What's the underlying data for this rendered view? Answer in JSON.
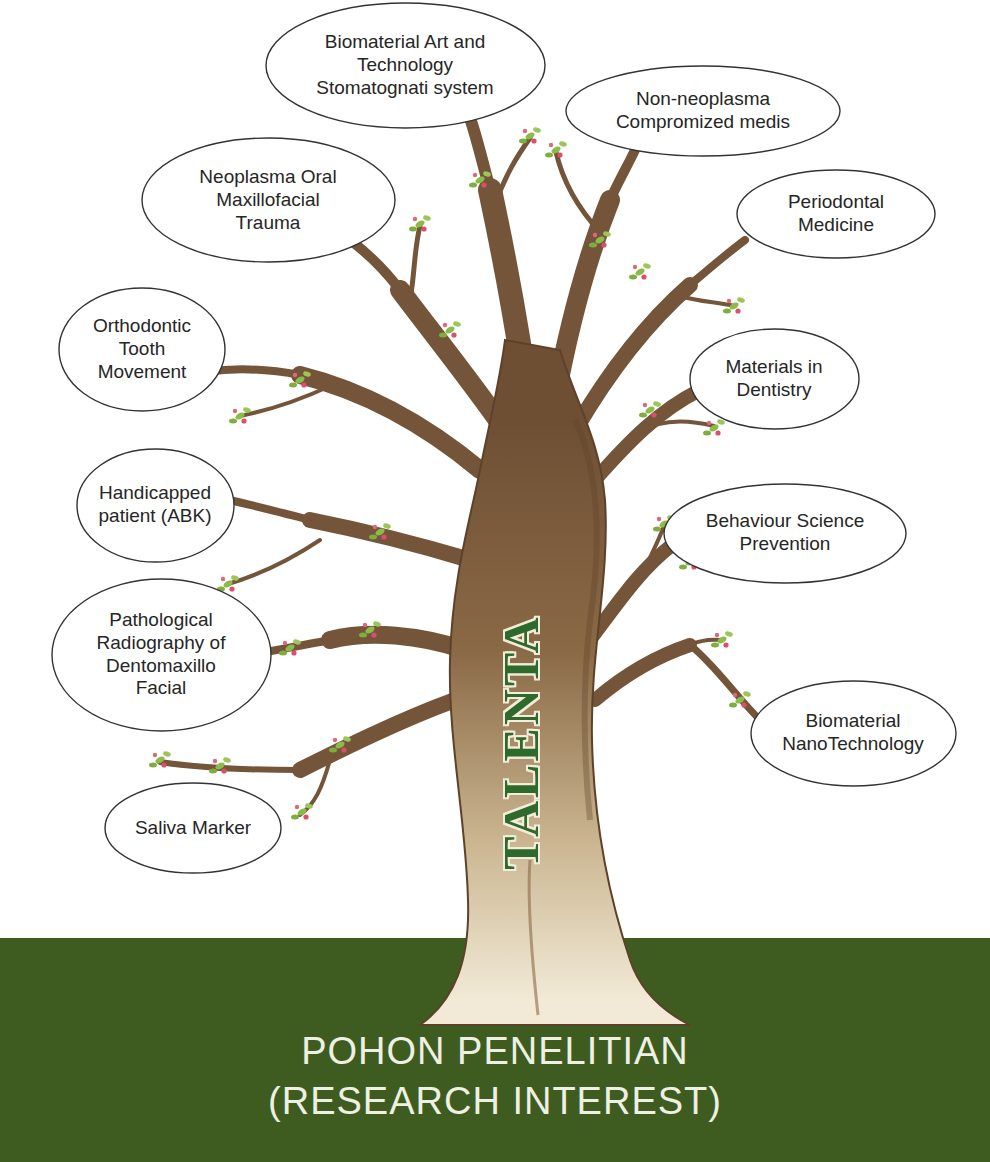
{
  "diagram": {
    "caption": "POHON PENELITIAN (RESEARCH INTEREST)",
    "nodes": [
      {
        "text": [
          "Biomaterial Art and Technology Stomatognati system"
        ]
      },
      {
        "text": [
          "Non-neoplasma Compromized medis"
        ]
      },
      {
        "text": [
          "Neoplasma Oral Maxillofacial Trauma"
        ]
      },
      {
        "text": [
          "Periodontal Medicine"
        ]
      },
      {
        "text": [
          "Orthodontic Tooth Movement"
        ]
      },
      {
        "text": [
          "Materials in Dentistry"
        ]
      },
      {
        "text": [
          "Handicapped patient (ABK)"
        ]
      },
      {
        "text": [
          "Behaviour Science Prevention"
        ]
      },
      {
        "text": [
          "Pathological Radiography of Dentomaxillo Facial"
        ]
      },
      {
        "text": [
          "Biomaterial NanoTechnology"
        ]
      },
      {
        "text": [
          "Saliva Marker"
        ]
      }
    ],
    "labels": [
      "TALENTA"
    ]
  }
}
